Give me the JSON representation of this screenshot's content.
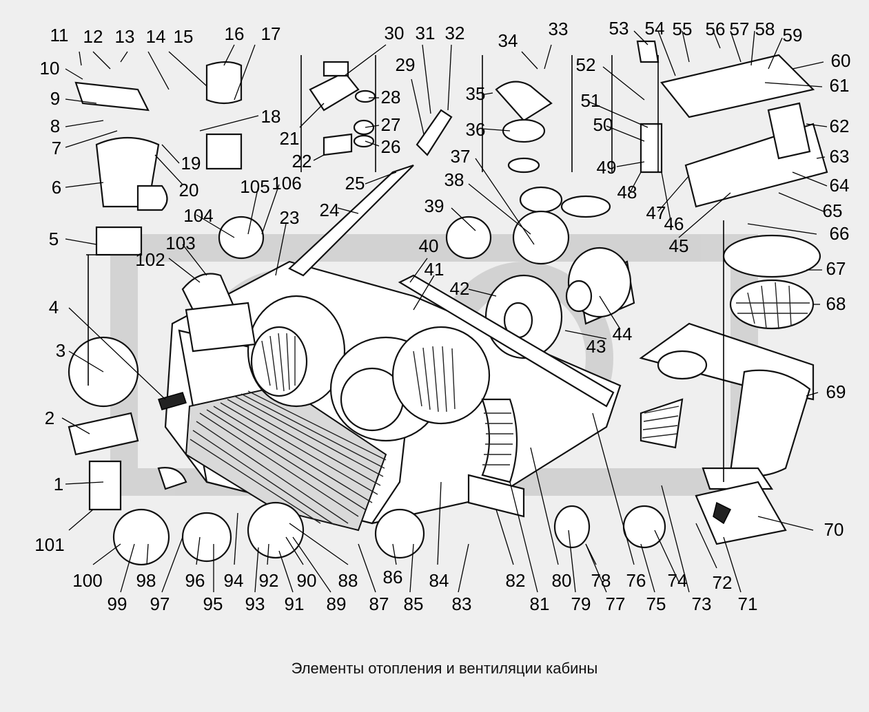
{
  "caption": "Элементы отопления и вентиляции кабины",
  "callouts": [
    {
      "n": "1"
    },
    {
      "n": "2"
    },
    {
      "n": "3"
    },
    {
      "n": "4"
    },
    {
      "n": "5"
    },
    {
      "n": "6"
    },
    {
      "n": "7"
    },
    {
      "n": "8"
    },
    {
      "n": "9"
    },
    {
      "n": "10"
    },
    {
      "n": "11"
    },
    {
      "n": "12"
    },
    {
      "n": "13"
    },
    {
      "n": "14"
    },
    {
      "n": "15"
    },
    {
      "n": "16"
    },
    {
      "n": "17"
    },
    {
      "n": "18"
    },
    {
      "n": "19"
    },
    {
      "n": "20"
    },
    {
      "n": "21"
    },
    {
      "n": "22"
    },
    {
      "n": "23"
    },
    {
      "n": "24"
    },
    {
      "n": "25"
    },
    {
      "n": "26"
    },
    {
      "n": "27"
    },
    {
      "n": "28"
    },
    {
      "n": "29"
    },
    {
      "n": "30"
    },
    {
      "n": "31"
    },
    {
      "n": "32"
    },
    {
      "n": "33"
    },
    {
      "n": "34"
    },
    {
      "n": "35"
    },
    {
      "n": "36"
    },
    {
      "n": "37"
    },
    {
      "n": "38"
    },
    {
      "n": "39"
    },
    {
      "n": "40"
    },
    {
      "n": "41"
    },
    {
      "n": "42"
    },
    {
      "n": "43"
    },
    {
      "n": "44"
    },
    {
      "n": "45"
    },
    {
      "n": "46"
    },
    {
      "n": "47"
    },
    {
      "n": "48"
    },
    {
      "n": "49"
    },
    {
      "n": "50"
    },
    {
      "n": "51"
    },
    {
      "n": "52"
    },
    {
      "n": "53"
    },
    {
      "n": "54"
    },
    {
      "n": "55"
    },
    {
      "n": "56"
    },
    {
      "n": "57"
    },
    {
      "n": "58"
    },
    {
      "n": "59"
    },
    {
      "n": "60"
    },
    {
      "n": "61"
    },
    {
      "n": "62"
    },
    {
      "n": "63"
    },
    {
      "n": "64"
    },
    {
      "n": "65"
    },
    {
      "n": "66"
    },
    {
      "n": "67"
    },
    {
      "n": "68"
    },
    {
      "n": "69"
    },
    {
      "n": "70"
    },
    {
      "n": "71"
    },
    {
      "n": "72"
    },
    {
      "n": "73"
    },
    {
      "n": "74"
    },
    {
      "n": "75"
    },
    {
      "n": "76"
    },
    {
      "n": "77"
    },
    {
      "n": "78"
    },
    {
      "n": "79"
    },
    {
      "n": "80"
    },
    {
      "n": "81"
    },
    {
      "n": "82"
    },
    {
      "n": "83"
    },
    {
      "n": "84"
    },
    {
      "n": "85"
    },
    {
      "n": "86"
    },
    {
      "n": "87"
    },
    {
      "n": "88"
    },
    {
      "n": "89"
    },
    {
      "n": "90"
    },
    {
      "n": "91"
    },
    {
      "n": "92"
    },
    {
      "n": "93"
    },
    {
      "n": "94"
    },
    {
      "n": "95"
    },
    {
      "n": "96"
    },
    {
      "n": "97"
    },
    {
      "n": "98"
    },
    {
      "n": "99"
    },
    {
      "n": "100"
    },
    {
      "n": "101"
    },
    {
      "n": "102"
    },
    {
      "n": "103"
    },
    {
      "n": "104"
    },
    {
      "n": "105"
    },
    {
      "n": "106"
    }
  ]
}
